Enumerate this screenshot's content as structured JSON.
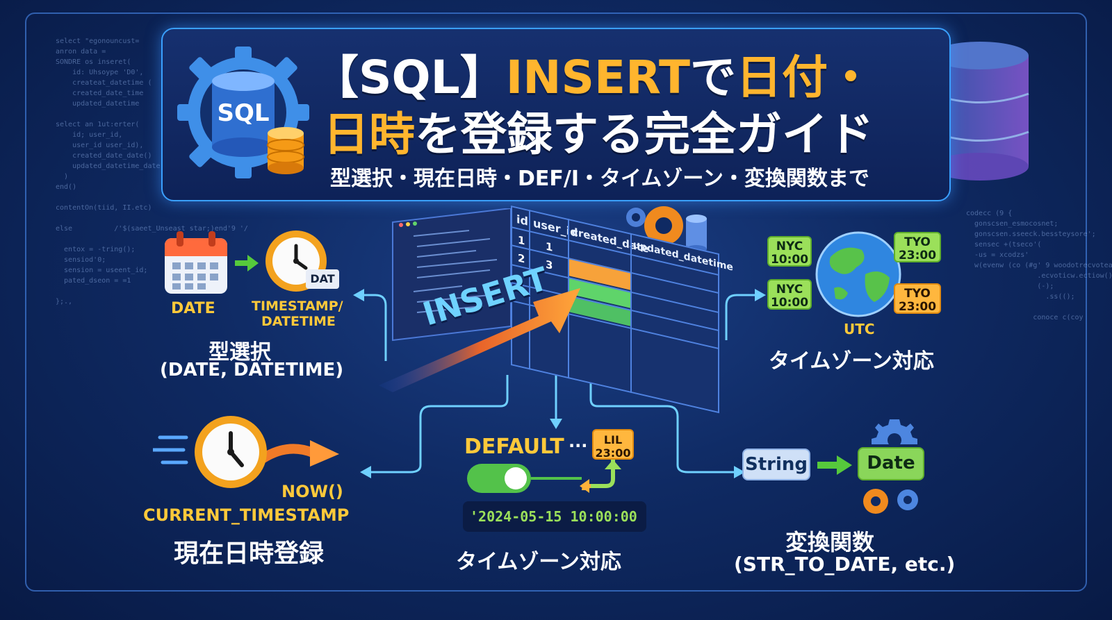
{
  "title": {
    "line1_white_a": "【SQL】",
    "line1_orange_a": "INSERT",
    "line1_white_b": "で",
    "line1_orange_b": "日付・",
    "line2_orange": "日時",
    "line2_white": "を登録する完全ガイド",
    "subtitle": "型選択・現在日時・DEF/I・タイムゾーン・変換関数まで"
  },
  "logo": {
    "text": "SQL"
  },
  "panel_type": {
    "date_label": "DATE",
    "timestamp_label_1": "TIMESTAMP/",
    "timestamp_label_2": "DATETIME",
    "dat_badge": "DAT",
    "heading": "型選択",
    "caption": "(DATE, DATETIME)"
  },
  "center": {
    "insert_label": "INSERT",
    "table_headers": [
      "id",
      "user_id",
      "created_date",
      "updated_datetime"
    ],
    "rows": [
      [
        "1",
        "1"
      ],
      [
        "2",
        "3"
      ]
    ]
  },
  "panel_timezone": {
    "nyc_1": [
      "NYC",
      "10:00"
    ],
    "tyo_1": [
      "TYO",
      "23:00"
    ],
    "nyc_2": [
      "NYC",
      "10:00"
    ],
    "tyo_2": [
      "TYO",
      "23:00"
    ],
    "utc": "UTC",
    "heading": "タイムゾーン対応"
  },
  "panel_now": {
    "label_1": "NOW()",
    "label_2": "CURRENT_TIMESTAMP",
    "heading": "現在日時登録"
  },
  "panel_default": {
    "label": "DEFAULT",
    "dots": "···",
    "badge": [
      "LIL",
      "23:00"
    ],
    "timestamp": "'2024-05-15 10:00:00",
    "heading": "タイムゾーン対応"
  },
  "panel_convert": {
    "from": "String",
    "to": "Date",
    "heading": "変換関数",
    "caption": "(STR_TO_DATE, etc.)"
  },
  "colors": {
    "accent_orange": "#ffb52e",
    "accent_cyan": "#6fd0ff",
    "accent_green": "#9be05a"
  }
}
